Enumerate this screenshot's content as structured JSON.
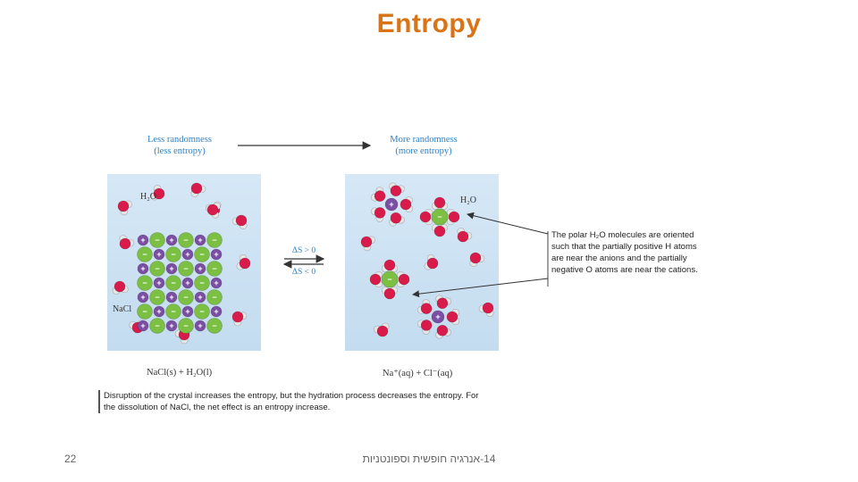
{
  "slide": {
    "title": "Entropy",
    "page_number": "22",
    "footer": "14-אנרגיה חופשית וספונטניות"
  },
  "figure": {
    "less_label_line1": "Less randomness",
    "less_label_line2": "(less entropy)",
    "more_label_line1": "More randomness",
    "more_label_line2": "(more entropy)",
    "water_label_left": "H₂O",
    "water_label_right": "H₂O",
    "nacl_label": "NaCl",
    "delta_pos": "ΔS > 0",
    "delta_neg": "ΔS < 0",
    "equation_left": "NaCl(s) + H₂O(l)",
    "equation_right": "Na⁺(aq) + Cl⁻(aq)",
    "callout_text": "The polar H₂O molecules are oriented such that the partially positive H atoms are near the anions and the partially negative O atoms are near the cations.",
    "caption": "Disruption of the crystal increases the entropy, but the hydration process decreases the entropy. For the dissolution of NaCl, the net effect is an entropy increase.",
    "colors": {
      "title": "#d97316",
      "label_blue": "#2f7fc1",
      "oxygen": "#d81b4a",
      "hydrogen": "#e6e6e6",
      "chloride": "#7cc043",
      "sodium": "#7b4ea3",
      "panel": "#cfe3f3"
    }
  }
}
